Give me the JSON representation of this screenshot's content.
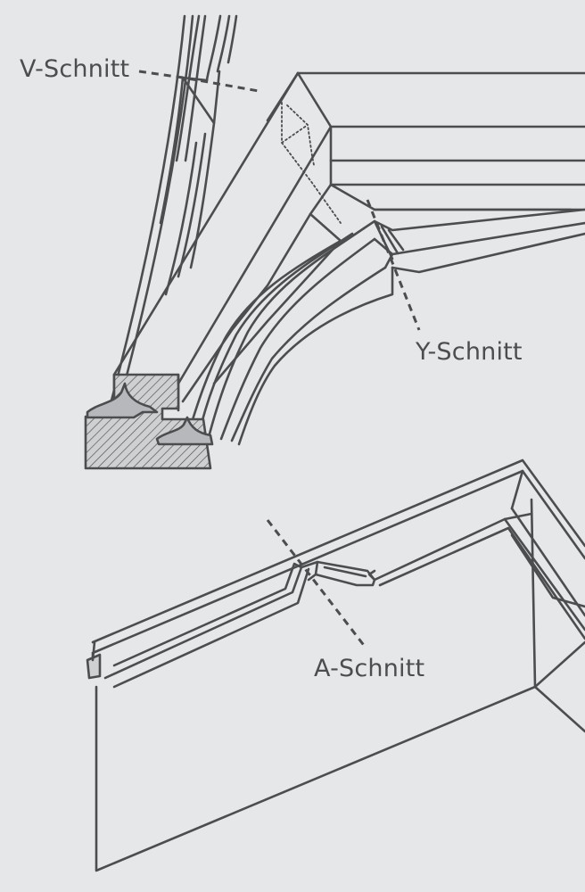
{
  "labels": {
    "v_cut": "V-Schnitt",
    "y_cut": "Y-Schnitt",
    "a_cut": "A-Schnitt"
  },
  "colors": {
    "background": "#e6e7e9",
    "line": "#4c4d4f",
    "text": "#4c4d4f",
    "seal": "#b7b8bb",
    "section_fill": "#cfd0d2"
  }
}
